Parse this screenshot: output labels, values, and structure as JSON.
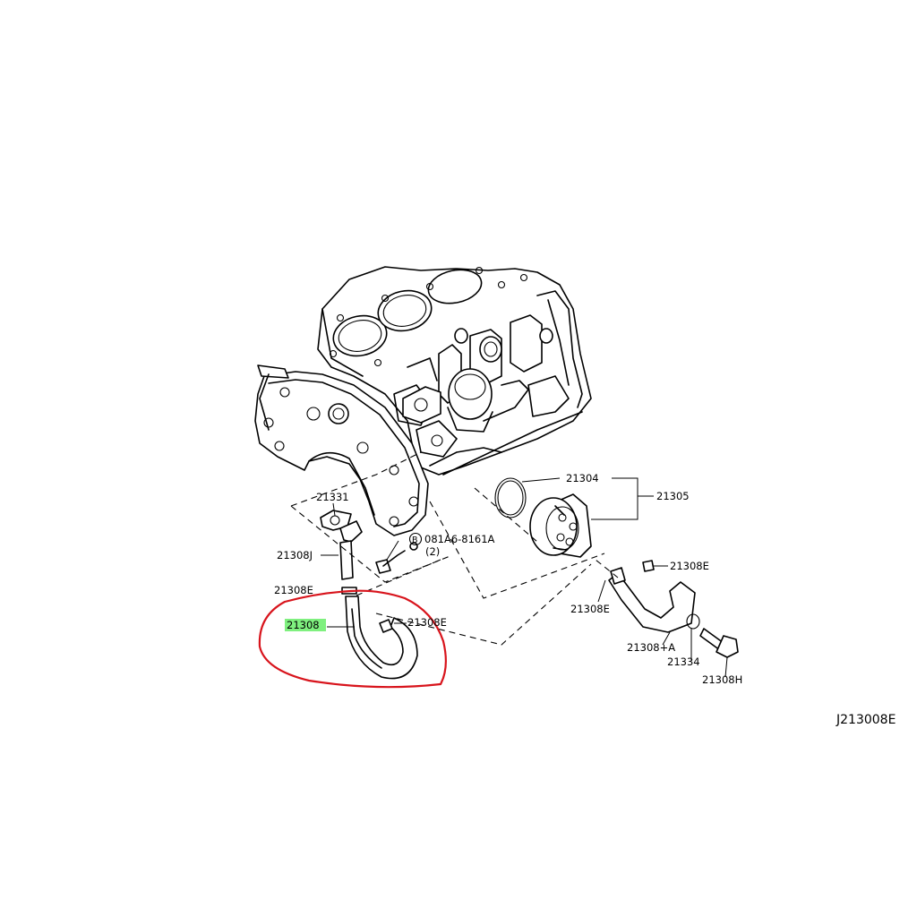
{
  "labels": {
    "p21304": "21304",
    "p21305": "21305",
    "p21331": "21331",
    "p21308j": "21308J",
    "bolt_symbol": "B",
    "bolt_code": "081A6-8161A",
    "bolt_qty": "(2)",
    "p21308e_left": "21308E",
    "p21308e_center": "21308E",
    "p21308e_mid": "21308E",
    "p21308e_right": "21308E",
    "p21308": "21308",
    "p21308a": "21308+A",
    "p21334": "21334",
    "p21308h": "21308H"
  },
  "diagram_code": "J213008E",
  "colors": {
    "highlight": "#7ff07f",
    "circle_mark": "#d8141c"
  }
}
